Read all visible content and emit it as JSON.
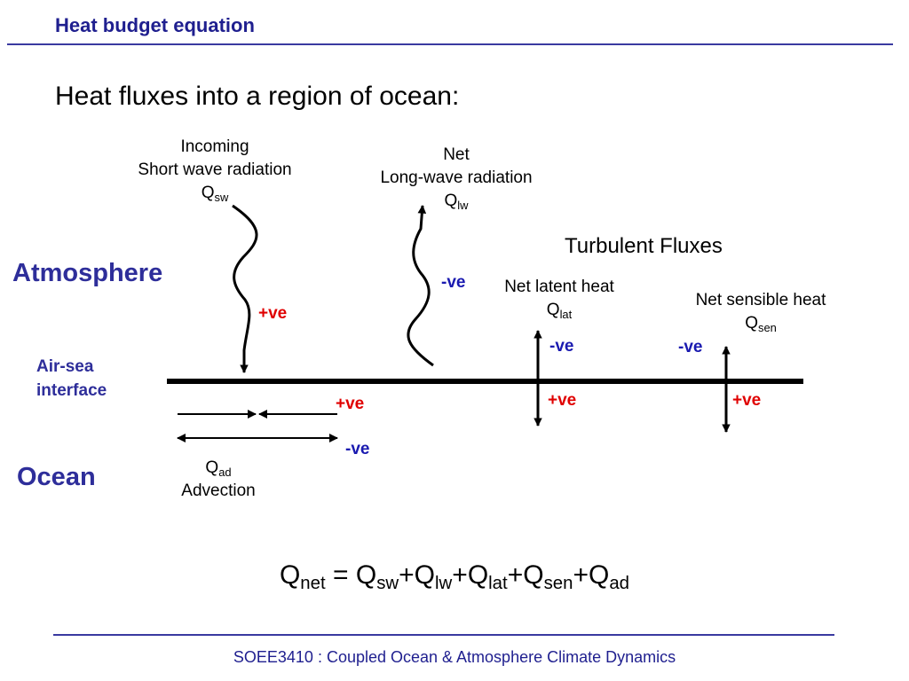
{
  "slide": {
    "title": "Heat budget equation",
    "heading": "Heat fluxes into a region of ocean:",
    "footer": "SOEE3410 : Coupled Ocean & Atmosphere Climate Dynamics"
  },
  "regions": {
    "atmosphere": "Atmosphere",
    "interface_line1": "Air-sea",
    "interface_line2": "interface",
    "ocean": "Ocean"
  },
  "fluxes": {
    "shortwave": {
      "line1": "Incoming",
      "line2": "Short wave radiation",
      "symbol": "Q",
      "sub": "sw",
      "sign": "+ve"
    },
    "longwave": {
      "line1": "Net",
      "line2": "Long-wave radiation",
      "symbol": "Q",
      "sub": "lw",
      "sign": "-ve"
    },
    "turbulent_title": "Turbulent Fluxes",
    "latent": {
      "line1": "Net latent heat",
      "symbol": "Q",
      "sub": "lat",
      "sign_up": "-ve",
      "sign_down": "+ve"
    },
    "sensible": {
      "line1": "Net sensible heat",
      "symbol": "Q",
      "sub": "sen",
      "sign_up": "-ve",
      "sign_down": "+ve"
    },
    "advection": {
      "symbol": "Q",
      "sub": "ad",
      "label": "Advection",
      "sign_converge": "+ve",
      "sign_diverge": "-ve"
    }
  },
  "equation": {
    "lhs": {
      "symbol": "Q",
      "sub": "net"
    },
    "equals": "=",
    "plus": "+",
    "terms": [
      {
        "symbol": "Q",
        "sub": "sw"
      },
      {
        "symbol": "Q",
        "sub": "lw"
      },
      {
        "symbol": "Q",
        "sub": "lat"
      },
      {
        "symbol": "Q",
        "sub": "sen"
      },
      {
        "symbol": "Q",
        "sub": "ad"
      }
    ]
  },
  "colors": {
    "title": "#1f1f8f",
    "region": "#2e2e9a",
    "positive": "#e00000",
    "negative": "#1a1ab0"
  }
}
